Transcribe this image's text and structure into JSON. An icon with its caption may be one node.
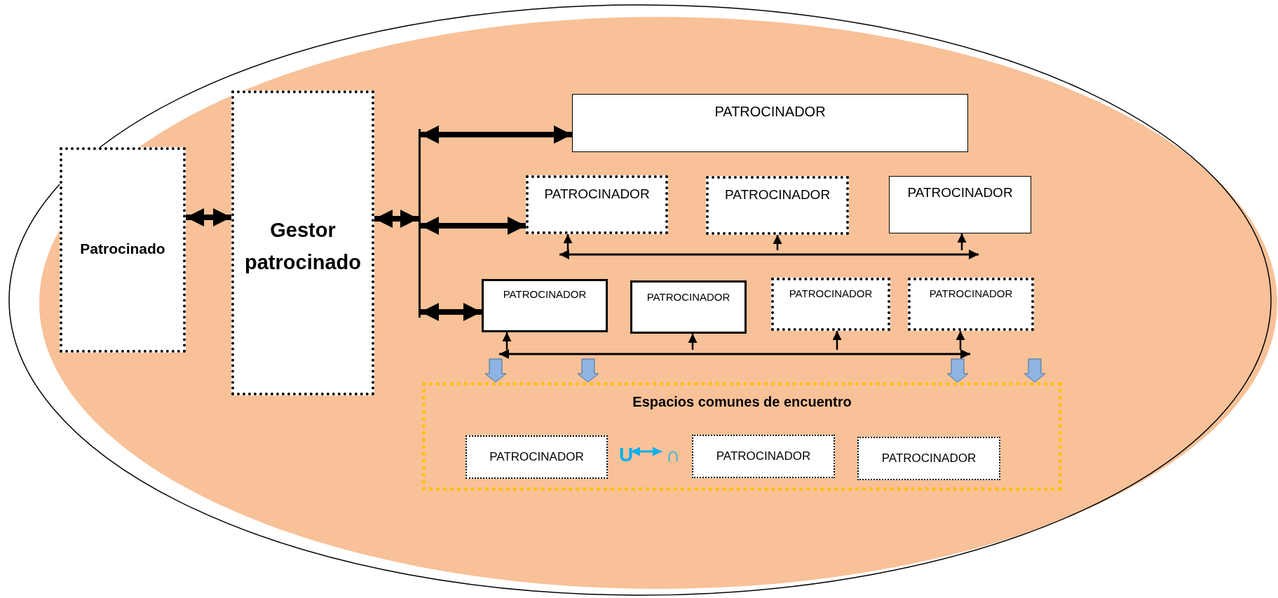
{
  "diagram": {
    "nodes": [
      {
        "text": [
          "Patrocinado"
        ]
      },
      {
        "text": [
          "Gestor patrocinado"
        ]
      },
      {
        "text": [],
        "shape": "bar"
      },
      {
        "text": [
          "PATROCINADOR"
        ]
      },
      {
        "text": [
          "PATROCINADOR"
        ]
      },
      {
        "text": [
          "PATROCINADOR"
        ]
      },
      {
        "text": [
          "PATROCINADOR"
        ]
      },
      {
        "text": [],
        "shape": "bar"
      },
      {
        "text": [
          "PATROCINADOR"
        ]
      },
      {
        "text": [
          "PATROCINADOR"
        ]
      },
      {
        "text": [
          "PATROCINADOR"
        ]
      },
      {
        "text": [
          "PATROCINADOR"
        ]
      },
      {
        "text": [],
        "shape": "bar"
      },
      {
        "text": [
          "Espacios comunes de encuentro"
        ]
      },
      {
        "text": [
          "PATROCINADOR"
        ],
        "in": 13
      },
      {
        "text": [
          "U"
        ],
        "in": 13
      },
      {
        "text": [
          "∩"
        ],
        "in": 13
      },
      {
        "text": [
          "PATROCINADOR"
        ],
        "in": 13
      },
      {
        "text": [
          "PATROCINADOR"
        ],
        "in": 13
      }
    ],
    "edges": [
      {
        "from": 0,
        "to": 1,
        "arrow": "both",
        "style": "thick"
      },
      {
        "from": 1,
        "to": 2,
        "arrow": "both",
        "style": "thick"
      },
      {
        "from": 2,
        "to": 3,
        "arrow": "both",
        "style": "thick"
      },
      {
        "from": 2,
        "to": 4,
        "arrow": "both",
        "style": "thick"
      },
      {
        "from": 2,
        "to": 8,
        "arrow": "both",
        "style": "thick"
      },
      {
        "from": 7,
        "to": 4,
        "arrow": "to"
      },
      {
        "from": 7,
        "to": 5,
        "arrow": "to"
      },
      {
        "from": 7,
        "to": 6,
        "arrow": "to"
      },
      {
        "from": 12,
        "to": 8,
        "arrow": "to"
      },
      {
        "from": 12,
        "to": 9,
        "arrow": "to"
      },
      {
        "from": 12,
        "to": 10,
        "arrow": "to"
      },
      {
        "from": 12,
        "to": 11,
        "arrow": "to"
      },
      {
        "from": null,
        "to": 13,
        "arrow": "to",
        "style": "thick",
        "color": "#8eb4e3"
      },
      {
        "from": null,
        "to": 13,
        "arrow": "to",
        "style": "thick",
        "color": "#8eb4e3"
      },
      {
        "from": null,
        "to": 13,
        "arrow": "to",
        "style": "thick",
        "color": "#8eb4e3"
      },
      {
        "from": null,
        "to": 13,
        "arrow": "to",
        "style": "thick",
        "color": "#8eb4e3"
      },
      {
        "from": 15,
        "to": 16,
        "arrow": "both",
        "color": "#00b0f0"
      }
    ]
  }
}
